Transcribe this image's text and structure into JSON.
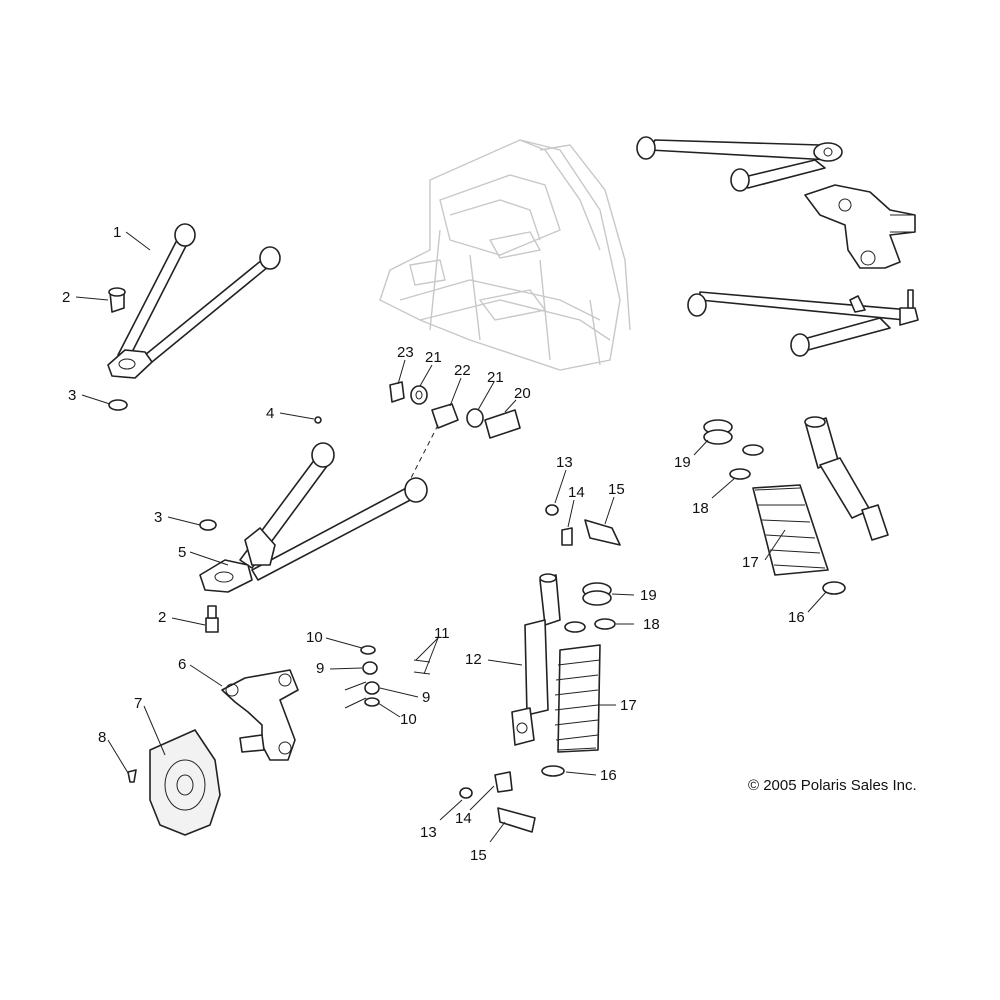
{
  "copyright": "© 2005 Polaris Sales Inc.",
  "callouts": [
    {
      "id": "c1",
      "text": "1"
    },
    {
      "id": "c2a",
      "text": "2"
    },
    {
      "id": "c3a",
      "text": "3"
    },
    {
      "id": "c4",
      "text": "4"
    },
    {
      "id": "c3b",
      "text": "3"
    },
    {
      "id": "c5",
      "text": "5"
    },
    {
      "id": "c2b",
      "text": "2"
    },
    {
      "id": "c6",
      "text": "6"
    },
    {
      "id": "c7",
      "text": "7"
    },
    {
      "id": "c8",
      "text": "8"
    },
    {
      "id": "c10a",
      "text": "10"
    },
    {
      "id": "c9a",
      "text": "9"
    },
    {
      "id": "c11",
      "text": "11"
    },
    {
      "id": "c9b",
      "text": "9"
    },
    {
      "id": "c10b",
      "text": "10"
    },
    {
      "id": "c23",
      "text": "23"
    },
    {
      "id": "c21a",
      "text": "21"
    },
    {
      "id": "c22",
      "text": "22"
    },
    {
      "id": "c21b",
      "text": "21"
    },
    {
      "id": "c20",
      "text": "20"
    },
    {
      "id": "c13a",
      "text": "13"
    },
    {
      "id": "c14a",
      "text": "14"
    },
    {
      "id": "c15a",
      "text": "15"
    },
    {
      "id": "c12",
      "text": "12"
    },
    {
      "id": "c19a",
      "text": "19"
    },
    {
      "id": "c18a",
      "text": "18"
    },
    {
      "id": "c17a",
      "text": "17"
    },
    {
      "id": "c16a",
      "text": "16"
    },
    {
      "id": "c13b",
      "text": "13"
    },
    {
      "id": "c14b",
      "text": "14"
    },
    {
      "id": "c15b",
      "text": "15"
    },
    {
      "id": "c19b",
      "text": "19"
    },
    {
      "id": "c18b",
      "text": "18"
    },
    {
      "id": "c17b",
      "text": "17"
    },
    {
      "id": "c16b",
      "text": "16"
    }
  ]
}
